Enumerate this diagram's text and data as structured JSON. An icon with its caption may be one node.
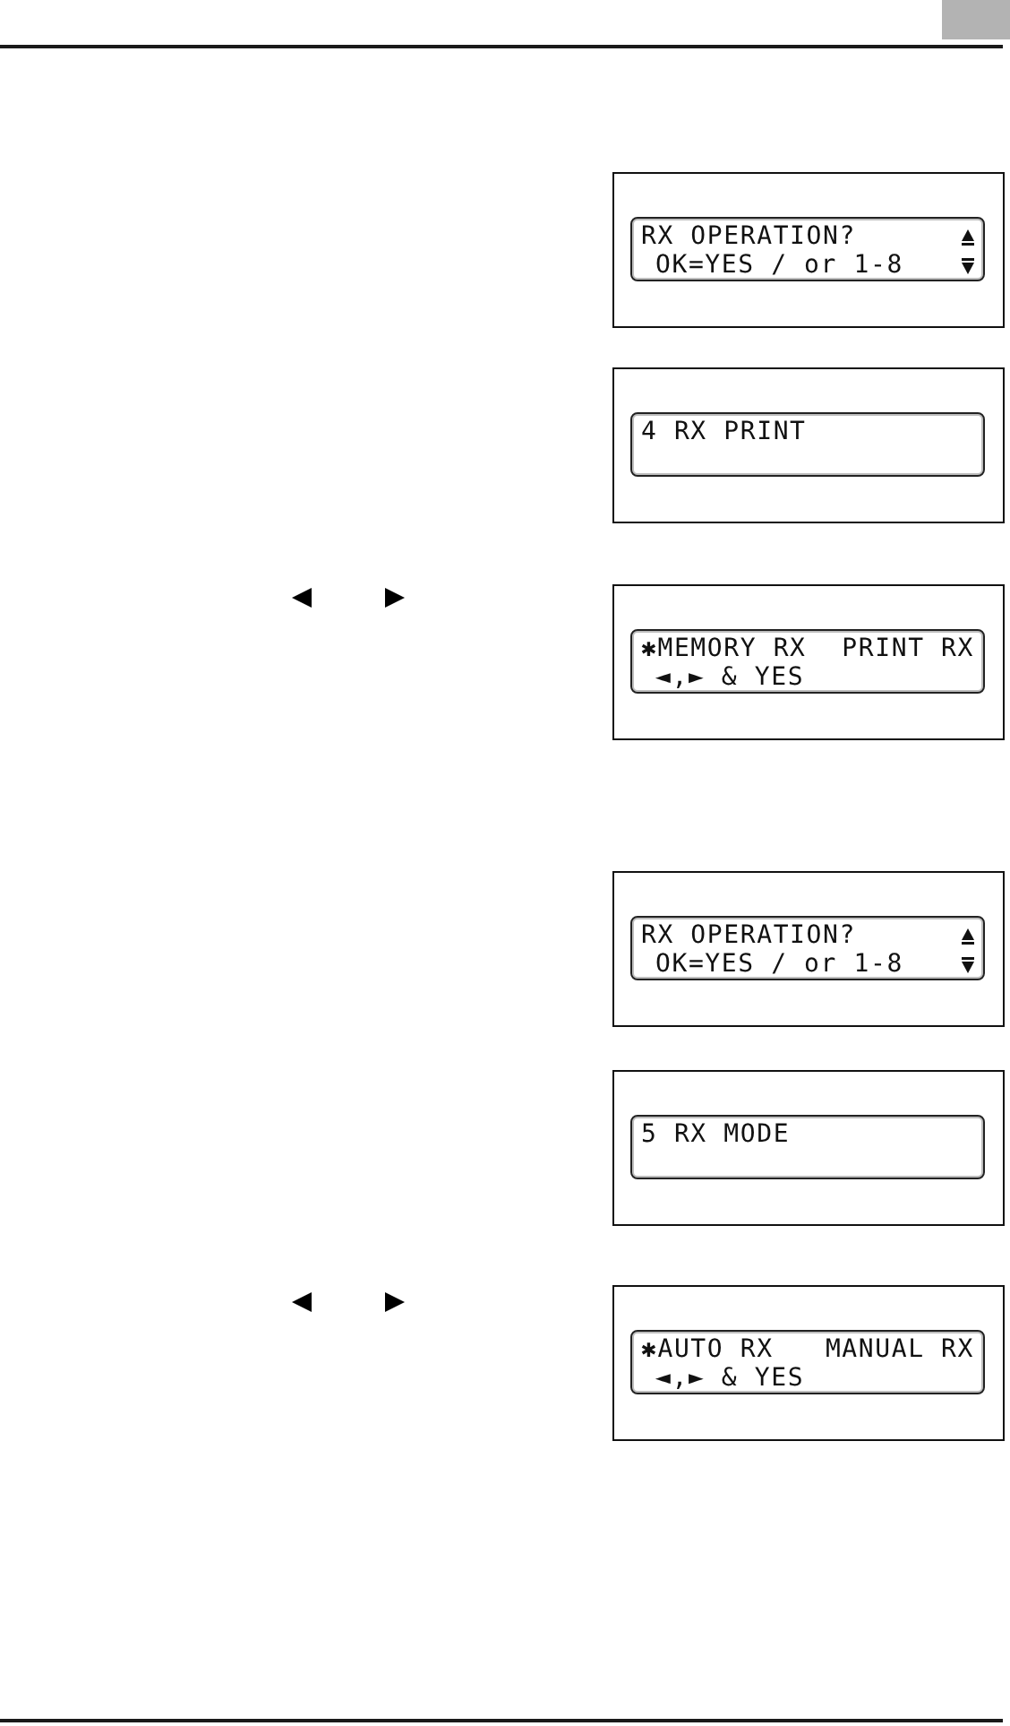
{
  "diagram": {
    "nodes": [
      {
        "text": [],
        "shape": "box"
      },
      {
        "text": [
          "RX OPERATION?",
          "OK=YES / or 1-8"
        ],
        "in": 0
      },
      {
        "text": [],
        "shape": "box"
      },
      {
        "text": [
          "4 RX PRINT"
        ],
        "in": 2
      },
      {
        "text": [],
        "shape": "box"
      },
      {
        "text": [
          "✱MEMORY RX",
          "PRINT RX",
          "◄,► & YES"
        ],
        "in": 4
      },
      {
        "text": [],
        "shape": "box"
      },
      {
        "text": [
          "RX OPERATION?",
          "OK=YES / or 1-8"
        ],
        "in": 6
      },
      {
        "text": [],
        "shape": "box"
      },
      {
        "text": [
          "5 RX MODE"
        ],
        "in": 8
      },
      {
        "text": [],
        "shape": "box"
      },
      {
        "text": [
          "✱AUTO RX",
          "MANUAL RX",
          "◄,► & YES"
        ],
        "in": 10
      }
    ]
  }
}
